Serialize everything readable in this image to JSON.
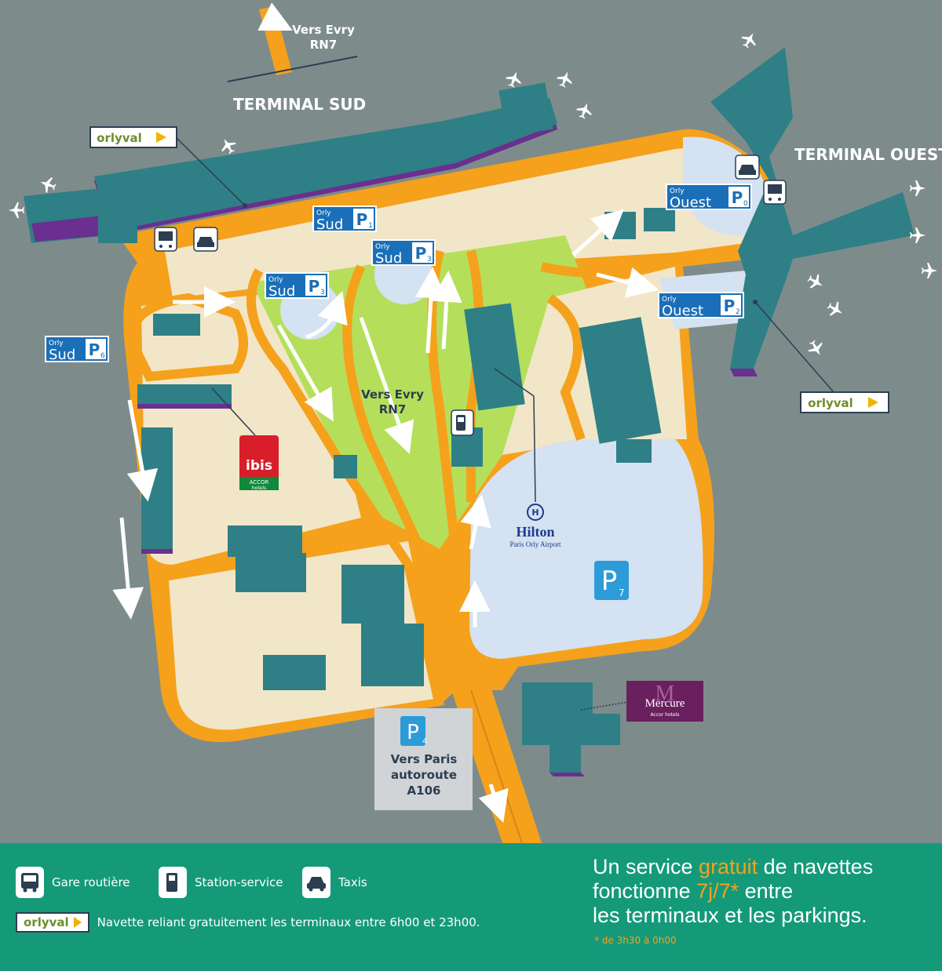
{
  "terminals": {
    "sud": "TERMINAL SUD",
    "ouest": "TERMINAL OUEST"
  },
  "directions": {
    "top": {
      "line1": "Vers Evry",
      "line2": "RN7"
    },
    "center": {
      "line1": "Vers Evry",
      "line2": "RN7"
    },
    "bottom": {
      "line1": "Vers Paris",
      "line2": "autoroute",
      "line3": "A106"
    }
  },
  "parkings": [
    {
      "id": "p1",
      "top": "Orly",
      "name": "Sud",
      "letter": "P",
      "num": "1"
    },
    {
      "id": "p3a",
      "top": "Orly",
      "name": "Sud",
      "letter": "P",
      "num": "3"
    },
    {
      "id": "p3b",
      "top": "Orly",
      "name": "Sud",
      "letter": "P",
      "num": "3"
    },
    {
      "id": "p6",
      "top": "Orly",
      "name": "Sud",
      "letter": "P",
      "num": "6"
    },
    {
      "id": "p0",
      "top": "Orly",
      "name": "Ouest",
      "letter": "P",
      "num": "0"
    },
    {
      "id": "p2",
      "top": "Orly",
      "name": "Ouest",
      "letter": "P",
      "num": "2"
    }
  ],
  "big_parkings": {
    "p7": {
      "letter": "P",
      "num": "7"
    },
    "p4": {
      "letter": "P",
      "num": "4"
    }
  },
  "hotels": {
    "ibis": {
      "name": "ibis",
      "sub": "ACCOR",
      "sub2": "hotels"
    },
    "hilton": {
      "name": "Hilton",
      "sub": "Paris Orly Airport"
    },
    "mercure": {
      "name": "Mercure",
      "sub": "Accor hotels"
    }
  },
  "orlyval": {
    "label": "orlyval"
  },
  "legend": {
    "bus": "Gare routière",
    "fuel": "Station-service",
    "taxi": "Taxis",
    "orlyval_text": "Navette reliant gratuitement les terminaux entre 6h00 et 23h00."
  },
  "promo": {
    "p1a": "Un service ",
    "p1b": "gratuit",
    "p1c": " de navettes",
    "p2a": "fonctionne ",
    "p2b": "7j/7*",
    "p2c": " entre",
    "p3": "les terminaux et les parkings.",
    "note": "* de 3h30 à 0h00"
  },
  "colors": {
    "road": "#f5a11c",
    "terminal": "#2f7f86",
    "building_shadow": "#6a2f8f",
    "ground": "#f2e6c8",
    "green": "#b5df5b",
    "parking": "#d4e2f2",
    "sign": "#1a6fb8",
    "legend_bg": "#149a79"
  }
}
